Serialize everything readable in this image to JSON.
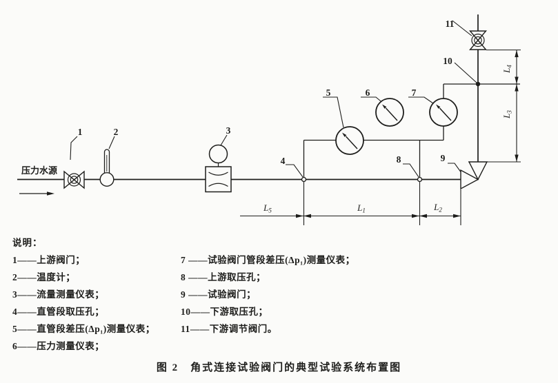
{
  "colors": {
    "ink": "#1d1d1b",
    "paper": "#fbfbf9"
  },
  "figure": {
    "caption": "图 2　角式连接试验阀门的典型试验系统布置图"
  },
  "diagram": {
    "source_label": "压力水源",
    "part_numbers": {
      "n1": "1",
      "n2": "2",
      "n3": "3",
      "n4": "4",
      "n5": "5",
      "n6": "6",
      "n7": "7",
      "n8": "8",
      "n9": "9",
      "n10": "10",
      "n11": "11"
    },
    "dimensions": {
      "l1": {
        "base": "L",
        "sub": "1"
      },
      "l2": {
        "base": "L",
        "sub": "2"
      },
      "l3": {
        "base": "L",
        "sub": "3"
      },
      "l4": {
        "base": "L",
        "sub": "4"
      },
      "l5": {
        "base": "L",
        "sub": "5"
      }
    },
    "symbols": {
      "upstream-valve": "globe-valve",
      "thermometer": "thermometer-bulb",
      "flow-meter": "venturi-box-with-dial",
      "gauge": "circular-dial-gauge",
      "pressure-tap": "small-open-circle",
      "test-valve": "angle-valve",
      "downstream-valve": "globe-valve-vertical",
      "flow-direction": "right-arrow"
    }
  },
  "legend": {
    "title": "说明：",
    "left": [
      "1——上游阀门；",
      "2——温度计；",
      "3——流量测量仪表；",
      "4——直管段取压孔；",
      "5——直管段差压(Δp₁)测量仪表；",
      "6——压力测量仪表；"
    ],
    "right": [
      "7 ——试验阀门管段差压(Δp₁)测量仪表；",
      "8 ——上游取压孔；",
      "9 ——试验阀门；",
      "10——下游取压孔；",
      "11——下游调节阀门。"
    ]
  }
}
